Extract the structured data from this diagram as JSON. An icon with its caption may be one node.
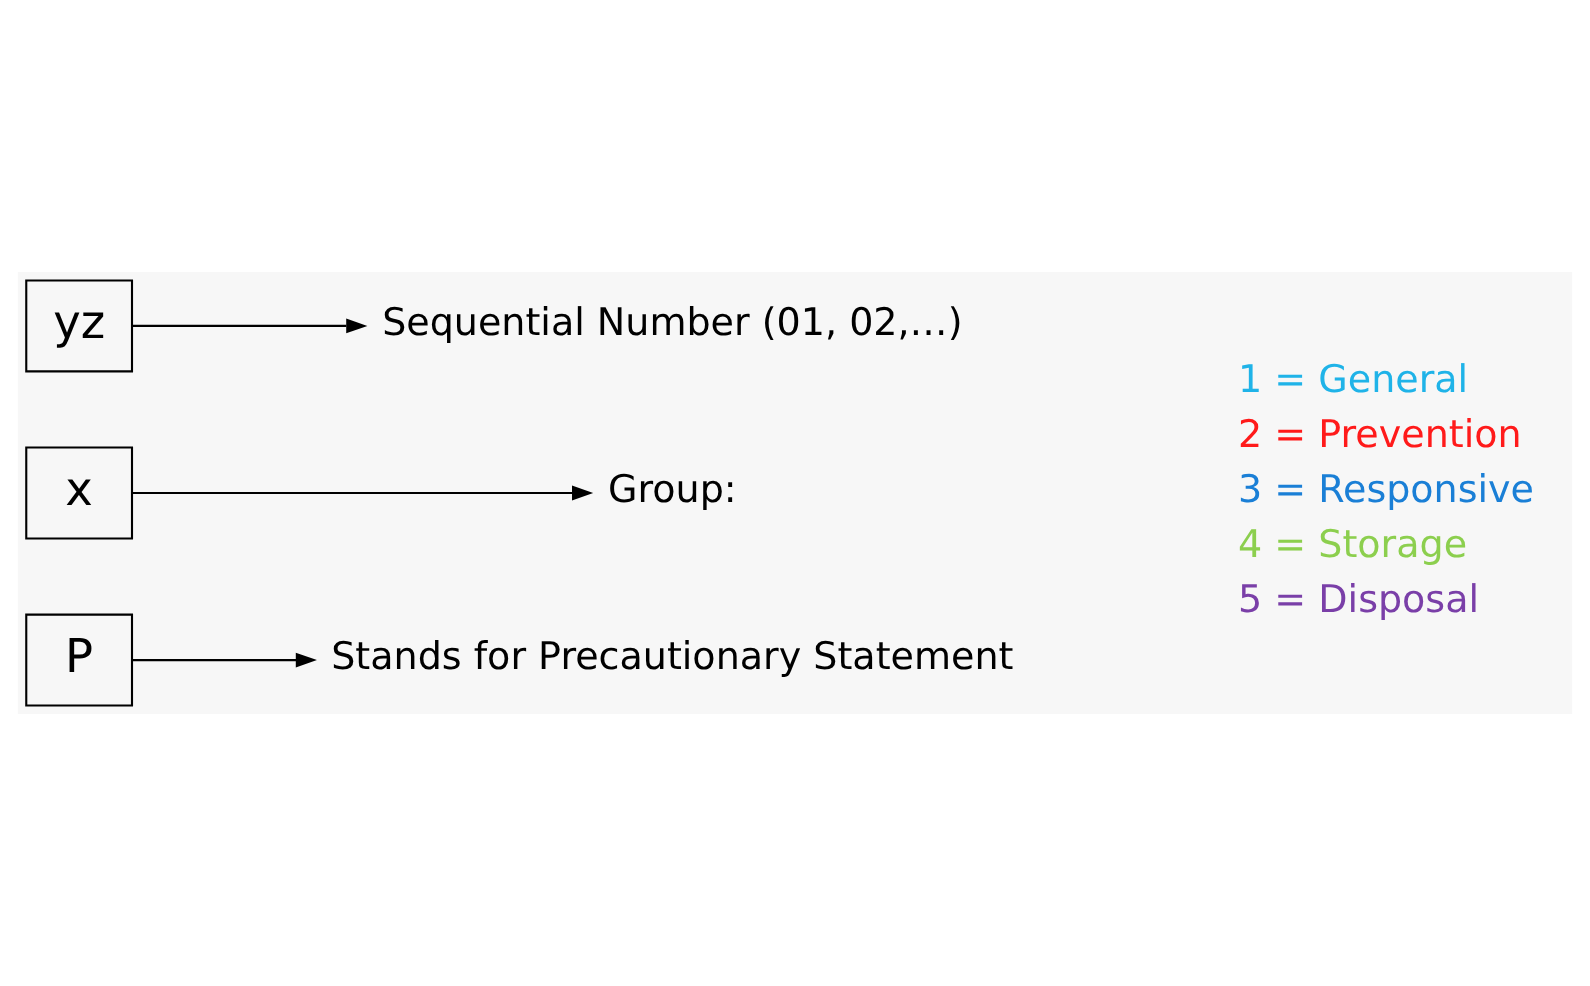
{
  "diagram": {
    "nodes": [
      {
        "text": [
          "P"
        ]
      },
      {
        "text": [
          "x"
        ]
      },
      {
        "text": [
          "yz"
        ]
      },
      {
        "text": [
          "Sequential Number (01, 02,…)"
        ]
      },
      {
        "text": [
          "Group:"
        ]
      },
      {
        "text": [
          "Stands for Precautionary Statement"
        ]
      }
    ],
    "edges": [
      {
        "from": 2,
        "to": 3,
        "arrow": "to"
      },
      {
        "from": 1,
        "to": 4,
        "arrow": "to"
      },
      {
        "from": 0,
        "to": 5,
        "arrow": "to"
      }
    ],
    "labels": [
      "1 = General",
      "2 = Prevention",
      "3 = Responsive",
      "4 = Storage",
      "5 = Disposal"
    ]
  }
}
